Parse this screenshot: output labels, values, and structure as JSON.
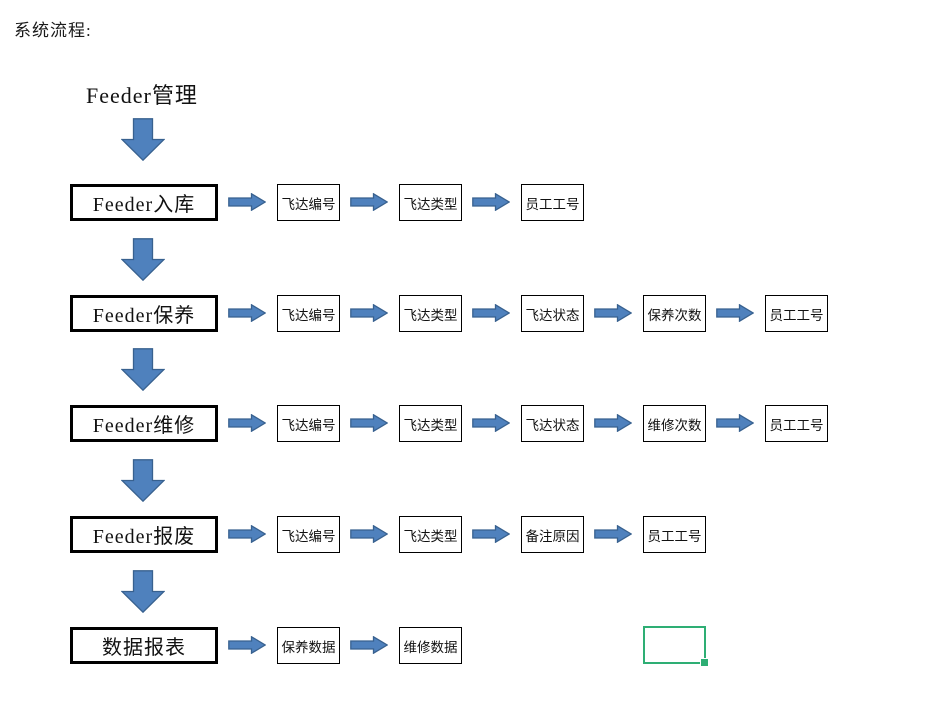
{
  "page": {
    "heading": "系统流程:",
    "title": "Feeder管理"
  },
  "colors": {
    "arrow_fill": "#4F81BD",
    "arrow_border": "#38618F",
    "stage_box_border": "#000000",
    "field_box_border": "#000000",
    "selection_green": "#2EAE74",
    "background": "#FFFFFF"
  },
  "flow_rows": [
    {
      "label": "Feeder入库",
      "fields": [
        "飞达编号",
        "飞达类型",
        "员工工号"
      ]
    },
    {
      "label": "Feeder保养",
      "fields": [
        "飞达编号",
        "飞达类型",
        "飞达状态",
        "保养次数",
        "员工工号"
      ]
    },
    {
      "label": "Feeder维修",
      "fields": [
        "飞达编号",
        "飞达类型",
        "飞达状态",
        "维修次数",
        "员工工号"
      ]
    },
    {
      "label": "Feeder报废",
      "fields": [
        "飞达编号",
        "飞达类型",
        "备注原因",
        "员工工号"
      ]
    },
    {
      "label": "数据报表",
      "fields": [
        "保养数据",
        "维修数据"
      ]
    }
  ],
  "selection_cell": {
    "value": ""
  }
}
